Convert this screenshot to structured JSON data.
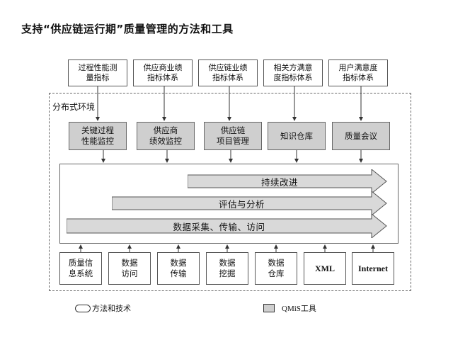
{
  "title": "支持“供应链运行期”质量管理的方法和工具",
  "top_boxes": [
    {
      "line1": "过程性能测",
      "line2": "量指标"
    },
    {
      "line1": "供应商业绩",
      "line2": "指标体系"
    },
    {
      "line1": "供应链业绩",
      "line2": "指标体系"
    },
    {
      "line1": "相关方满意",
      "line2": "度指标体系"
    },
    {
      "line1": "用户满意度",
      "line2": "指标体系"
    }
  ],
  "environment_label": "分布式环境",
  "tool_boxes": [
    {
      "line1": "关键过程",
      "line2": "性能监控"
    },
    {
      "line1": "供应商",
      "line2": "绩效监控"
    },
    {
      "line1": "供应链",
      "line2": "项目管理"
    },
    {
      "line1": "知识仓库",
      "line2": ""
    },
    {
      "line1": "质量会议",
      "line2": ""
    }
  ],
  "arrows": [
    {
      "label": "持续改进"
    },
    {
      "label": "评估与分析"
    },
    {
      "label": "数据采集、传输、访问"
    }
  ],
  "bottom_boxes": [
    {
      "line1": "质量信",
      "line2": "息系统"
    },
    {
      "line1": "数据",
      "line2": "访问"
    },
    {
      "line1": "数据",
      "line2": "传输"
    },
    {
      "line1": "数据",
      "line2": "挖掘"
    },
    {
      "line1": "数据",
      "line2": "仓库"
    },
    {
      "line1": "XML",
      "line2": ""
    },
    {
      "line1": "Internet",
      "line2": ""
    }
  ],
  "legend": {
    "methods": "方法和技术",
    "tools": "QMiS工具"
  },
  "colors": {
    "tool_fill": "#cfcfcf",
    "arrow_fill": "#d9d9d9",
    "border": "#555555"
  }
}
